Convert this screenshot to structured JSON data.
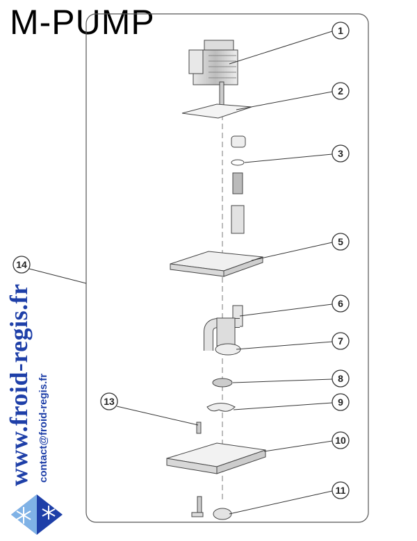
{
  "title": "M-PUMP",
  "callouts": [
    "1",
    "2",
    "3",
    "5",
    "6",
    "7",
    "8",
    "9",
    "10",
    "11",
    "13",
    "14"
  ],
  "watermark": {
    "site": "www.froid-regis.fr",
    "contact": "contact@froid-regis.fr"
  },
  "colors": {
    "brand_blue": "#1e3fa8",
    "line": "#333333",
    "part_gray": "#c8c8c8"
  },
  "icons": {
    "logo": "snowflake-logo"
  }
}
